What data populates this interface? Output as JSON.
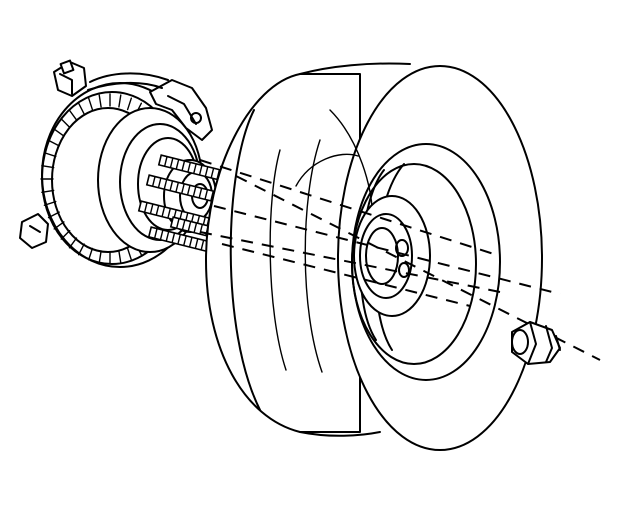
{
  "diagram": {
    "parts": [
      "hub-and-rotor-assembly",
      "wheel-studs",
      "tire-and-wheel-assembly",
      "lug-nut"
    ],
    "line_color": "#000000",
    "background": "#ffffff",
    "stud_count": 5
  }
}
